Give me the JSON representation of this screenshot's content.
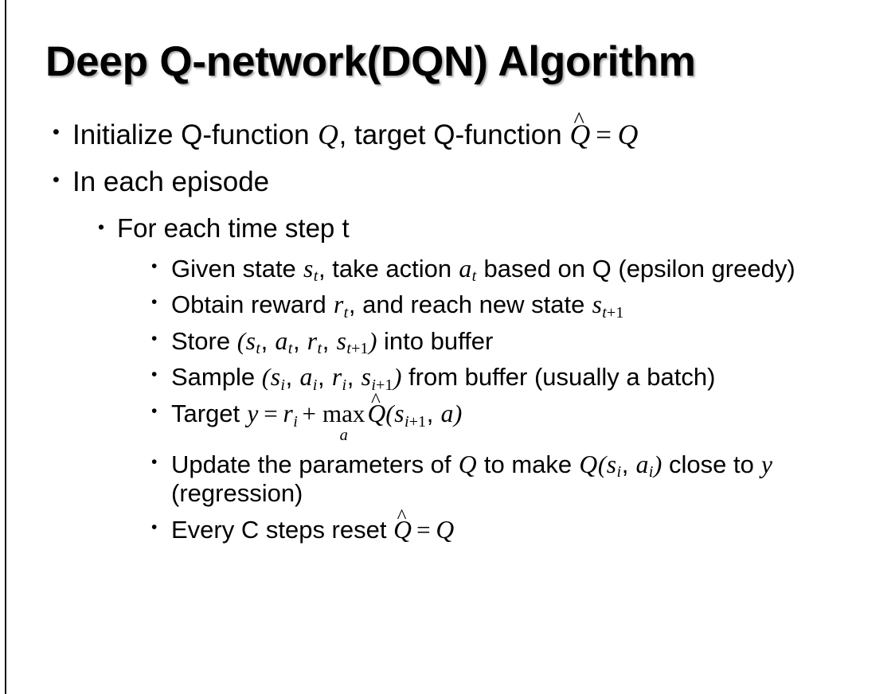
{
  "slide": {
    "title": "Deep Q-network(DQN) Algorithm",
    "bullet_glyph": "•",
    "background_color": "#ffffff",
    "text_color": "#000000",
    "left_rule_color": "#111111"
  },
  "content": {
    "items": [
      {
        "level": 1,
        "plain_text": "Initialize Q-function Q, target Q-function Q̂ = Q",
        "parts": [
          {
            "kind": "text",
            "value": "Initialize Q-function "
          },
          {
            "kind": "var",
            "value": "Q"
          },
          {
            "kind": "text",
            "value": ", target Q-function "
          },
          {
            "kind": "qhat",
            "value": "Q"
          },
          {
            "kind": "rel",
            "value": "="
          },
          {
            "kind": "var",
            "value": "Q"
          }
        ]
      },
      {
        "level": 1,
        "plain_text": "In each episode",
        "parts": [
          {
            "kind": "text",
            "value": "In each episode"
          }
        ]
      },
      {
        "level": 2,
        "plain_text": "For each time step t",
        "parts": [
          {
            "kind": "text",
            "value": "For each time step t"
          }
        ]
      },
      {
        "level": 3,
        "plain_text": "Given state s_t, take action a_t based on Q (epsilon greedy)",
        "parts": [
          {
            "kind": "text",
            "value": "Given state "
          },
          {
            "kind": "var_sub",
            "value": "s",
            "sub": "t"
          },
          {
            "kind": "text",
            "value": ", take action "
          },
          {
            "kind": "var_sub",
            "value": "a",
            "sub": "t"
          },
          {
            "kind": "text",
            "value": " based on Q (epsilon greedy)"
          }
        ]
      },
      {
        "level": 3,
        "plain_text": "Obtain reward r_t, and reach new state s_t+1",
        "parts": [
          {
            "kind": "text",
            "value": "Obtain reward "
          },
          {
            "kind": "var_sub",
            "value": "r",
            "sub": "t"
          },
          {
            "kind": "text",
            "value": ", and reach new state "
          },
          {
            "kind": "var_sub",
            "value": "s",
            "sub": "t+1"
          }
        ]
      },
      {
        "level": 3,
        "plain_text": "Store (s_t, a_t, r_t, s_t+1) into buffer",
        "parts": [
          {
            "kind": "text",
            "value": "Store "
          },
          {
            "kind": "paren",
            "value": "("
          },
          {
            "kind": "var_sub",
            "value": "s",
            "sub": "t"
          },
          {
            "kind": "text",
            "value": ", "
          },
          {
            "kind": "var_sub",
            "value": "a",
            "sub": "t"
          },
          {
            "kind": "text",
            "value": ", "
          },
          {
            "kind": "var_sub",
            "value": "r",
            "sub": "t"
          },
          {
            "kind": "text",
            "value": ", "
          },
          {
            "kind": "var_sub",
            "value": "s",
            "sub": "t+1"
          },
          {
            "kind": "paren",
            "value": ")"
          },
          {
            "kind": "text",
            "value": " into buffer"
          }
        ]
      },
      {
        "level": 3,
        "plain_text": "Sample (s_i, a_i, r_i, s_i+1) from buffer (usually a batch)",
        "parts": [
          {
            "kind": "text",
            "value": "Sample "
          },
          {
            "kind": "paren",
            "value": "("
          },
          {
            "kind": "var_sub",
            "value": "s",
            "sub": "i"
          },
          {
            "kind": "text",
            "value": ", "
          },
          {
            "kind": "var_sub",
            "value": "a",
            "sub": "i"
          },
          {
            "kind": "text",
            "value": ", "
          },
          {
            "kind": "var_sub",
            "value": "r",
            "sub": "i"
          },
          {
            "kind": "text",
            "value": ", "
          },
          {
            "kind": "var_sub",
            "value": "s",
            "sub": "i+1"
          },
          {
            "kind": "paren",
            "value": ")"
          },
          {
            "kind": "text",
            "value": " from buffer (usually a batch)"
          }
        ]
      },
      {
        "level": 3,
        "plain_text": "Target y = r_i + max_a Q̂(s_i+1, a)",
        "parts": [
          {
            "kind": "text",
            "value": "Target "
          },
          {
            "kind": "var",
            "value": "y"
          },
          {
            "kind": "rel",
            "value": "="
          },
          {
            "kind": "var_sub",
            "value": "r",
            "sub": "i"
          },
          {
            "kind": "bin",
            "value": "+"
          },
          {
            "kind": "oplimit",
            "value": "max",
            "limit": "a"
          },
          {
            "kind": "qhat",
            "value": "Q"
          },
          {
            "kind": "paren",
            "value": "("
          },
          {
            "kind": "var_sub",
            "value": "s",
            "sub": "i+1"
          },
          {
            "kind": "text",
            "value": ", "
          },
          {
            "kind": "var",
            "value": "a"
          },
          {
            "kind": "paren",
            "value": ")"
          }
        ]
      },
      {
        "level": 3,
        "plain_text": "Update the parameters of Q to make Q(s_i, a_i) close to y (regression)",
        "parts": [
          {
            "kind": "text",
            "value": "Update the parameters of "
          },
          {
            "kind": "var",
            "value": "Q"
          },
          {
            "kind": "text",
            "value": " to make "
          },
          {
            "kind": "var",
            "value": "Q"
          },
          {
            "kind": "paren",
            "value": "("
          },
          {
            "kind": "var_sub",
            "value": "s",
            "sub": "i"
          },
          {
            "kind": "text",
            "value": ", "
          },
          {
            "kind": "var_sub",
            "value": "a",
            "sub": "i"
          },
          {
            "kind": "paren",
            "value": ")"
          },
          {
            "kind": "text",
            "value": " close to "
          },
          {
            "kind": "var",
            "value": "y"
          },
          {
            "kind": "text",
            "value": " (regression)"
          }
        ]
      },
      {
        "level": 3,
        "plain_text": "Every C steps reset Q̂ = Q",
        "parts": [
          {
            "kind": "text",
            "value": "Every C steps reset "
          },
          {
            "kind": "qhat",
            "value": "Q"
          },
          {
            "kind": "rel",
            "value": "="
          },
          {
            "kind": "var",
            "value": "Q"
          }
        ]
      }
    ]
  }
}
